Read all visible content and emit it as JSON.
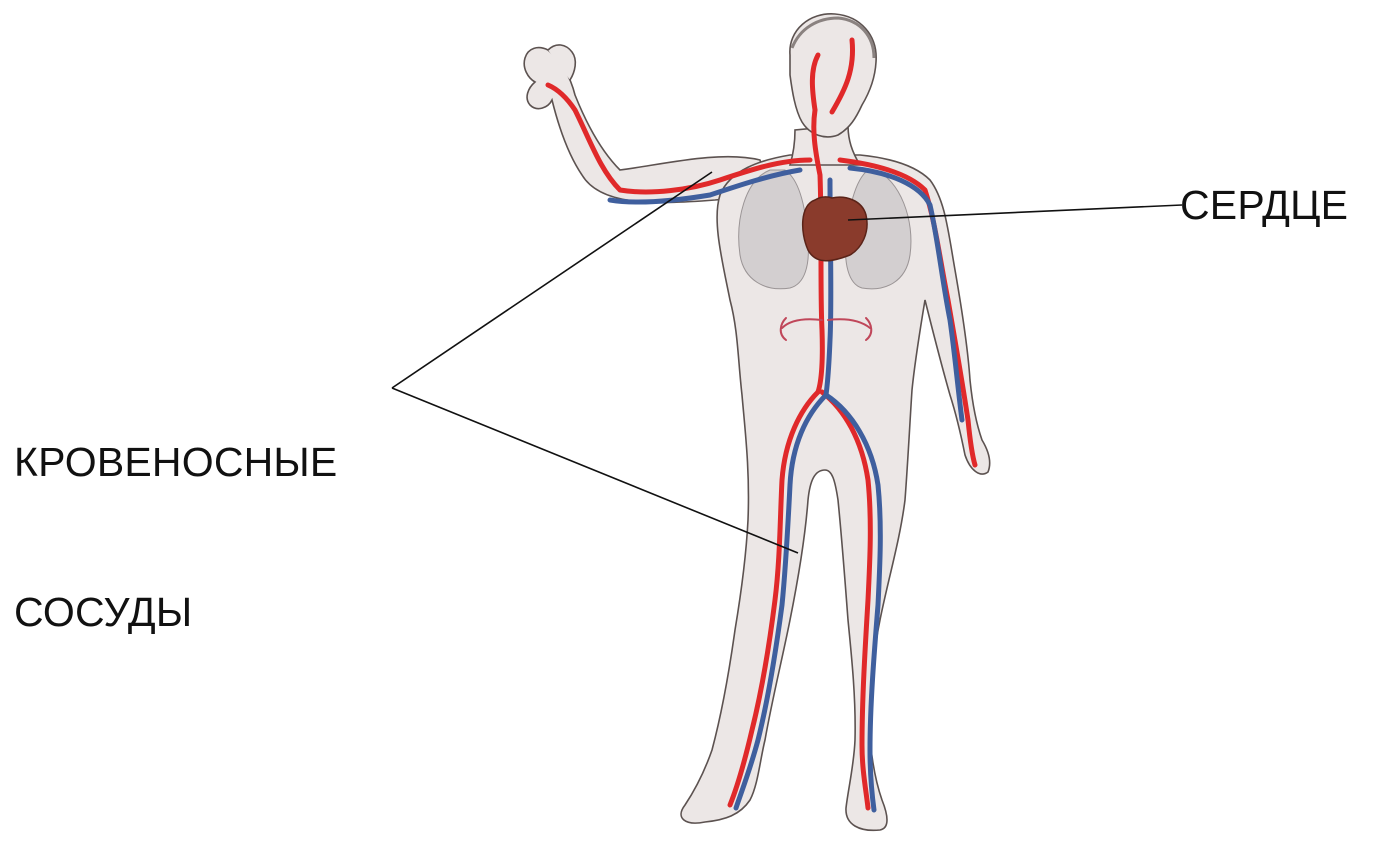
{
  "labels": {
    "heart": "СЕРДЦЕ",
    "vessels_line1": "КРОВЕНОСНЫЕ",
    "vessels_line2": "СОСУДЫ"
  },
  "colors": {
    "artery": "#e0292a",
    "vein": "#3f5f9e",
    "heart": "#8a3b2c",
    "skin": "#ece7e6",
    "outline": "#5c5250",
    "lungs": "#c9c5c6",
    "leader_line": "#111111"
  },
  "parts": [
    "body-figure",
    "heart",
    "lungs",
    "arteries",
    "veins",
    "kidneys"
  ]
}
